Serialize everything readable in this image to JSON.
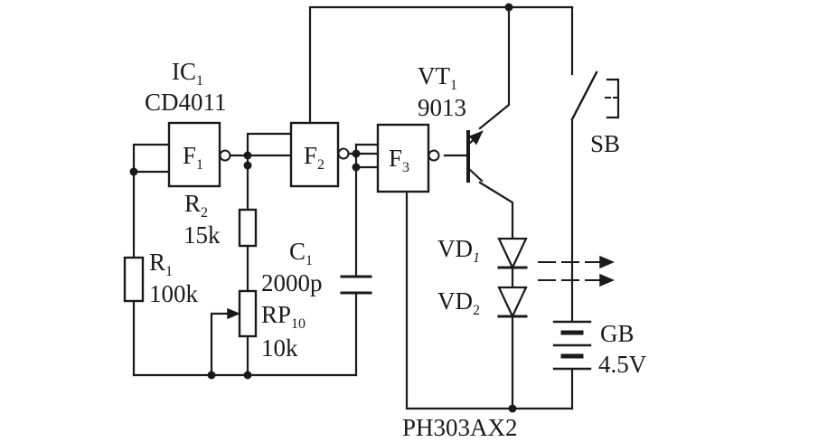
{
  "ic": {
    "name": "IC",
    "sub": "1",
    "model": "CD4011"
  },
  "gates": [
    {
      "name": "F",
      "sub": "1"
    },
    {
      "name": "F",
      "sub": "2"
    },
    {
      "name": "F",
      "sub": "3"
    }
  ],
  "r1": {
    "name": "R",
    "sub": "1",
    "value": "100k"
  },
  "r2": {
    "name": "R",
    "sub": "2",
    "value": "15k"
  },
  "c1": {
    "name": "C",
    "sub": "1",
    "value": "2000p"
  },
  "rp": {
    "name": "RP",
    "sub": "10",
    "value": "10k"
  },
  "vt1": {
    "name": "VT",
    "sub": "1",
    "model": "9013"
  },
  "vd1": {
    "name": "VD",
    "sub": "1"
  },
  "vd2": {
    "name": "VD",
    "sub": "2"
  },
  "sb": {
    "name": "SB"
  },
  "gb": {
    "name": "GB",
    "value": "4.5V"
  },
  "module": {
    "name": "PH303AX2"
  }
}
